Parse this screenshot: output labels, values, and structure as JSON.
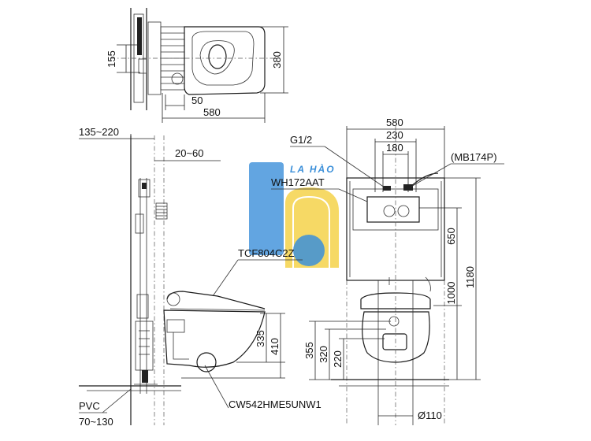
{
  "watermark": {
    "text": "LA HÀO",
    "color_blue": "#3b8fd9",
    "color_yellow": "#f4d03f"
  },
  "models": {
    "seat": "TCF804C2Z",
    "bowl": "CW542HME5UNW1",
    "plate": "WH172AAT",
    "connector": "(MB174P)",
    "inlet": "G1/2",
    "pvc_label": "PVC",
    "pvc_range": "70~130",
    "drain": "Ø110"
  },
  "top_view": {
    "dim_155": "155",
    "dim_380": "380",
    "dim_50": "50",
    "dim_580": "580"
  },
  "side_view": {
    "dim_135_220": "135~220",
    "dim_20_60": "20~60",
    "dim_335": "335",
    "dim_410": "410"
  },
  "front_view": {
    "dim_580": "580",
    "dim_230": "230",
    "dim_180": "180",
    "dim_650": "650",
    "dim_1000": "1000",
    "dim_1180": "1180",
    "dim_355": "355",
    "dim_320": "320",
    "dim_220": "220"
  }
}
